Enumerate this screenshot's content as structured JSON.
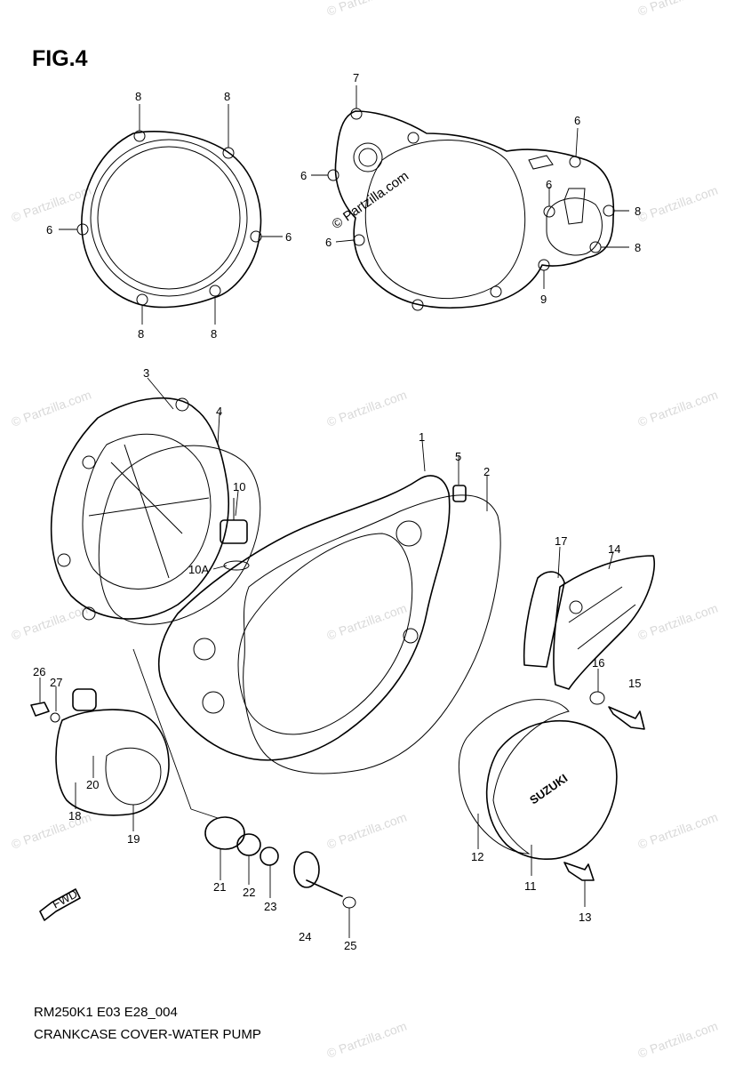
{
  "figure": {
    "title": "FIG.4",
    "caption_line1": "RM250K1 E03 E28_004",
    "caption_line2": "CRANKCASE COVER-WATER PUMP"
  },
  "watermark": {
    "text": "© Partzilla.com"
  },
  "brand_on_cover": "SUZUKI",
  "fwd_label": "FWD",
  "callouts": {
    "c1": "1",
    "c2": "2",
    "c3": "3",
    "c4": "4",
    "c5": "5",
    "c6a": "6",
    "c6b": "6",
    "c6c": "6",
    "c6d": "6",
    "c6e": "6",
    "c6f": "6",
    "c7": "7",
    "c8a": "8",
    "c8b": "8",
    "c8c": "8",
    "c8d": "8",
    "c8e": "8",
    "c8f": "8",
    "c9": "9",
    "c10": "10",
    "c10a": "10A",
    "c11": "11",
    "c12": "12",
    "c13": "13",
    "c14": "14",
    "c15": "15",
    "c16": "16",
    "c17": "17",
    "c18": "18",
    "c19": "19",
    "c20": "20",
    "c21": "21",
    "c22": "22",
    "c23": "23",
    "c24": "24",
    "c25": "25",
    "c26": "26",
    "c27": "27"
  }
}
